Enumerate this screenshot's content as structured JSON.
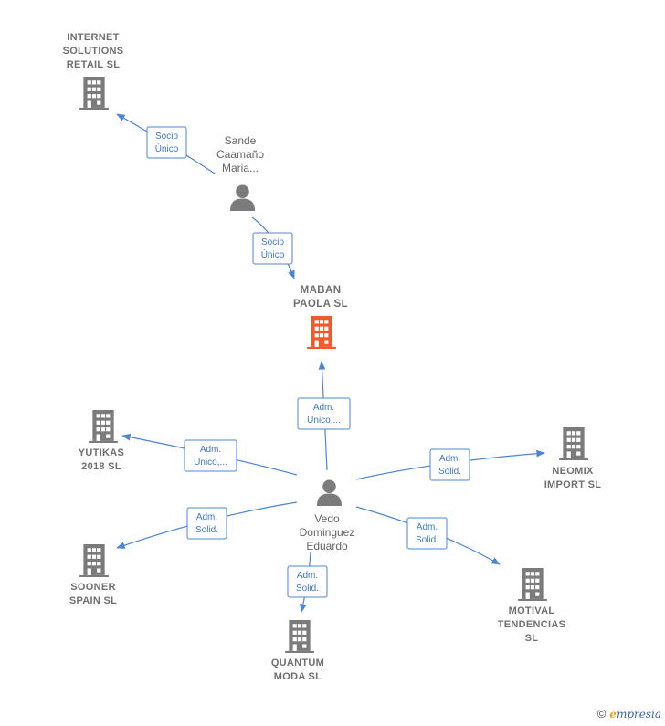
{
  "colors": {
    "edge": "#4a86d6",
    "node": "#7b7b7b",
    "focus": "#f0592a"
  },
  "nodes": {
    "internet": {
      "lines": [
        "INTERNET",
        "SOLUTIONS",
        "RETAIL  SL"
      ],
      "icon": "building-icon"
    },
    "sande": {
      "lines": [
        "Sande",
        "Caamaño",
        "Maria..."
      ],
      "icon": "person-icon"
    },
    "maban": {
      "lines": [
        "MABAN",
        "PAOLA  SL"
      ],
      "icon": "building-icon"
    },
    "yutikas": {
      "lines": [
        "YUTIKAS",
        "2018  SL"
      ],
      "icon": "building-icon"
    },
    "neomix": {
      "lines": [
        "NEOMIX",
        "IMPORT  SL"
      ],
      "icon": "building-icon"
    },
    "vedo": {
      "lines": [
        "Vedo",
        "Dominguez",
        "Eduardo"
      ],
      "icon": "person-icon"
    },
    "sooner": {
      "lines": [
        "SOONER",
        "SPAIN  SL"
      ],
      "icon": "building-icon"
    },
    "motival": {
      "lines": [
        "MOTIVAL",
        "TENDENCIAS",
        "SL"
      ],
      "icon": "building-icon"
    },
    "quantum": {
      "lines": [
        "QUANTUM",
        "MODA  SL"
      ],
      "icon": "building-icon"
    }
  },
  "edges": {
    "sande_internet": [
      "Socio",
      "Único"
    ],
    "sande_maban": [
      "Socio",
      "Único"
    ],
    "vedo_maban": [
      "Adm.",
      "Unico,..."
    ],
    "vedo_yutikas": [
      "Adm.",
      "Unico,..."
    ],
    "vedo_neomix": [
      "Adm.",
      "Solid."
    ],
    "vedo_sooner": [
      "Adm.",
      "Solid."
    ],
    "vedo_motival": [
      "Adm.",
      "Solid."
    ],
    "vedo_quantum": [
      "Adm.",
      "Solid."
    ]
  },
  "footer": {
    "copyright": "©",
    "brand_initial": "e",
    "brand_rest": "mpresia"
  }
}
